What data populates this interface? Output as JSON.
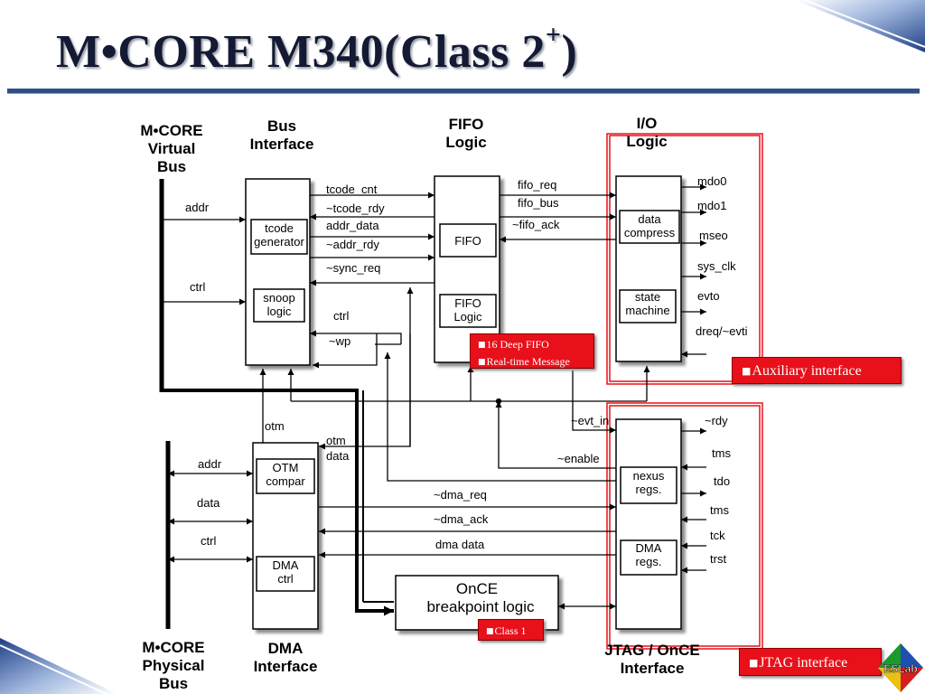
{
  "title": {
    "main": "M•CORE M340(Class 2",
    "sup": "+",
    "close": ")"
  },
  "headings": {
    "virtual_bus": [
      "M•CORE",
      "Virtual",
      "Bus"
    ],
    "bus_interface": [
      "Bus",
      "Interface"
    ],
    "fifo_logic": [
      "FIFO",
      "Logic"
    ],
    "io_logic": [
      "I/O",
      "Logic"
    ],
    "physical_bus": [
      "M•CORE",
      "Physical",
      "Bus"
    ],
    "dma_interface": [
      "DMA",
      "Interface"
    ],
    "jtag_interface": [
      "JTAG / OnCE",
      "Interface"
    ]
  },
  "blocks": {
    "tcode_generator": [
      "tcode",
      "generator"
    ],
    "snoop_logic": [
      "snoop",
      "logic"
    ],
    "fifo": "FIFO",
    "fifo_logic_inner": [
      "FIFO",
      "Logic"
    ],
    "data_compress": [
      "data",
      "compress"
    ],
    "state_machine": [
      "state",
      "machine"
    ],
    "otm_compar": [
      "OTM",
      "compar"
    ],
    "dma_ctrl": [
      "DMA",
      "ctrl"
    ],
    "once": [
      "OnCE",
      "breakpoint logic"
    ],
    "nexus_regs": [
      "nexus",
      "regs."
    ],
    "dma_regs": [
      "DMA",
      "regs."
    ]
  },
  "signals": {
    "vb_addr": "addr",
    "vb_ctrl": "ctrl",
    "tcode_cnt": "tcode_cnt",
    "tcode_rdy": "~tcode_rdy",
    "addr_data": "addr_data",
    "addr_rdy": "~addr_rdy",
    "sync_req": "~sync_req",
    "ctrl": "ctrl",
    "wp": "~wp",
    "fifo_req": "fifo_req",
    "fifo_bus": "fifo_bus",
    "fifo_ack": "~fifo_ack",
    "mdo0": "mdo0",
    "mdo1": "mdo1",
    "mseo": "mseo",
    "sys_clk": "sys_clk",
    "evto": "evto",
    "dreq_evti": "dreq/~evti",
    "otm": "otm",
    "otm_data": [
      "otm",
      "data"
    ],
    "pb_addr": "addr",
    "pb_data": "data",
    "pb_ctrl": "ctrl",
    "evt_in": "~evt_in",
    "enable": "~enable",
    "dma_req": "~dma_req",
    "dma_ack": "~dma_ack",
    "dma_data": "dma data",
    "rdy": "~rdy",
    "tms1": "tms",
    "tdo": "tdo",
    "tms2": "tms",
    "tck": "tck",
    "trst": "trst"
  },
  "callouts": {
    "fifo_notes": [
      "16 Deep FIFO",
      "Real-time Message"
    ],
    "auxiliary": "Auxiliary interface",
    "class1": "Class 1",
    "jtag": "JTAG interface"
  },
  "logo_text": "ESLab",
  "colors": {
    "title": "#141a33",
    "rule": "#2f4f86",
    "highlight": "#e8101a",
    "line": "#000000"
  }
}
